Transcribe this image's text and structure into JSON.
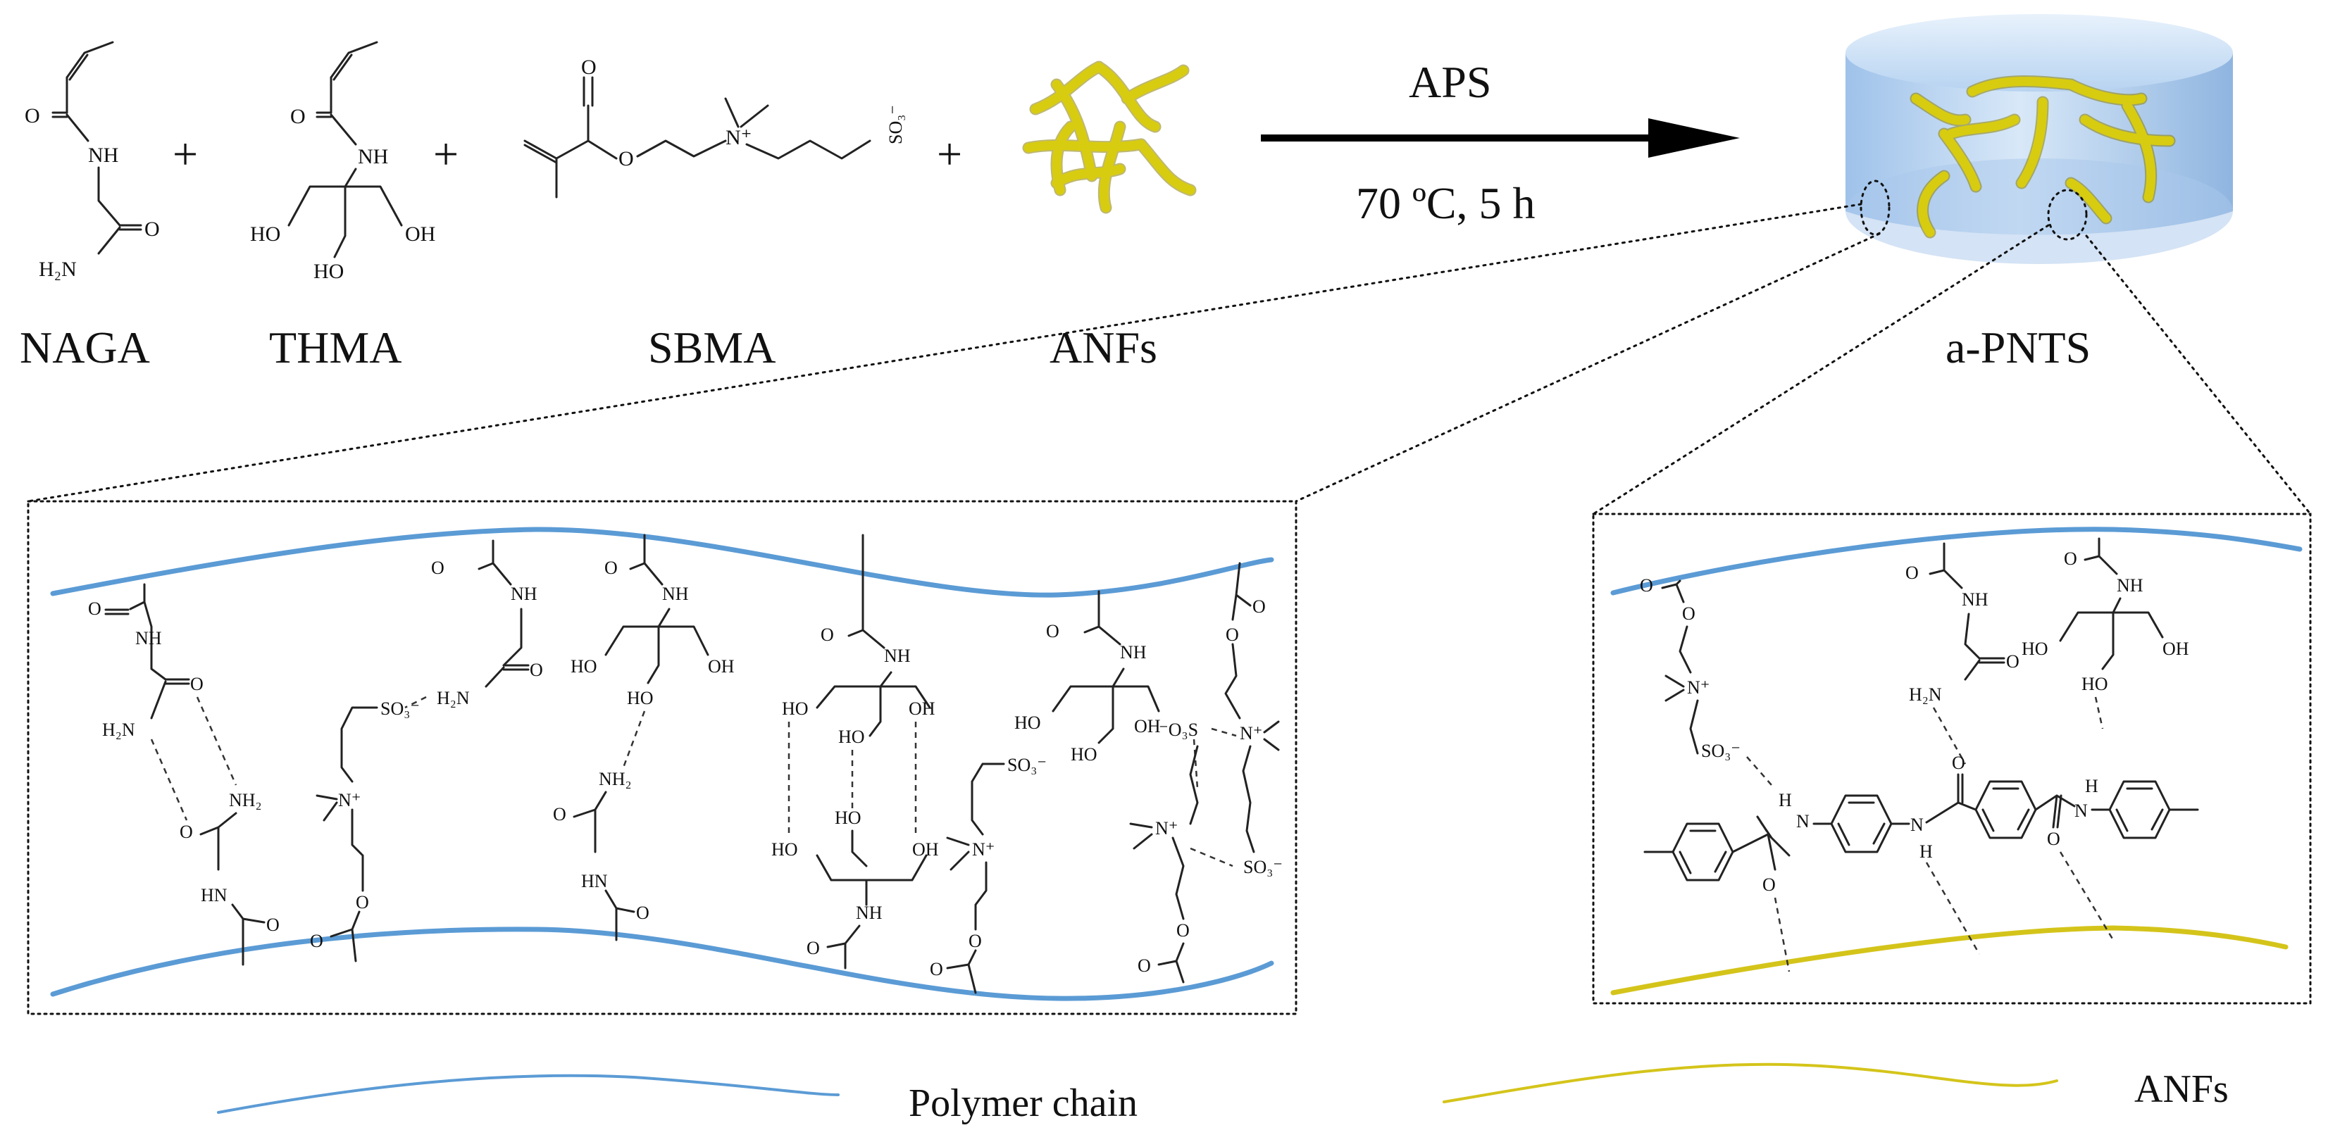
{
  "labels": {
    "naga": "NAGA",
    "thma": "THMA",
    "sbma": "SBMA",
    "anfs": "ANFs",
    "product": "a-PNTS",
    "initiator": "APS",
    "conditions": "70 ºC, 5 h",
    "plus": "+"
  },
  "legend": {
    "polymer_chain": "Polymer chain",
    "anfs": "ANFs"
  },
  "atoms": {
    "O": "O",
    "NH": "NH",
    "NH2_left": "H₂N",
    "NH2_right": "NH₂",
    "HO": "HO",
    "OH": "OH",
    "HN": "HN",
    "N_plus": "N⁺",
    "SO3_minus": "SO₃⁻",
    "minus_O3S": "⁻O₃S",
    "N": "N",
    "H": "H"
  },
  "colors": {
    "polymer_chain": "#5b9bd5",
    "anfs": "#d4c41a",
    "gel": "#b9d4f0"
  }
}
